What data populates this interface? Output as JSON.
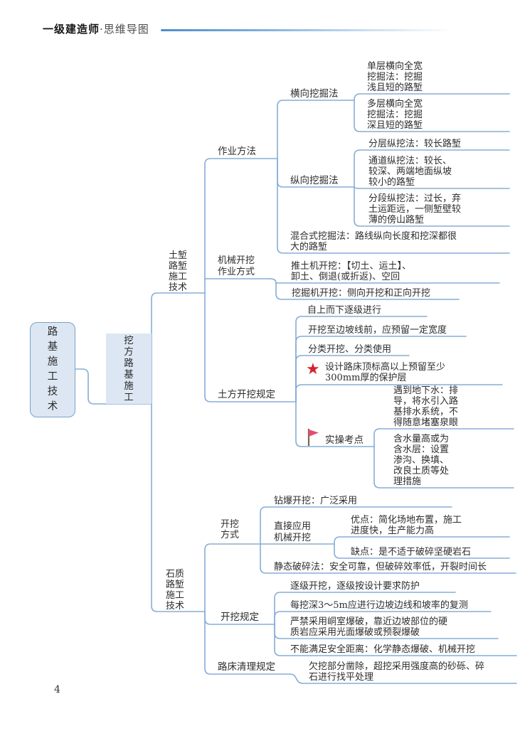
{
  "header": {
    "title_bold": "一级建造师",
    "title_rest": "·思维导图"
  },
  "page_number": "4",
  "colors": {
    "line": "#86add6",
    "node_fill": "#dce7f3",
    "node_border": "#7aa1c9",
    "star": "#d22430",
    "flag": "#e84a6f"
  },
  "icons": {
    "star": "★"
  },
  "mindmap": {
    "root": "路基施工技术",
    "excavation": "挖方路基施工",
    "soil": {
      "label": "土堑路堑施工技术",
      "methods": {
        "label": "作业方法",
        "transverse": {
          "label": "横向挖掘法",
          "single_layer": "单层横向全宽\n挖掘法：挖掘\n浅且短的路堑",
          "multi_layer": "多层横向全宽\n挖掘法：挖掘\n深且短的路堑"
        },
        "longitudinal": {
          "label": "纵向挖掘法",
          "layered": "分层纵挖法：较长路堑",
          "channel": "通道纵挖法：较长、\n较深、两端地面纵坡\n较小的路堑",
          "segmented": "分段纵挖法：过长，弃\n土运距远，一侧堑壁较\n薄的傍山路堑"
        },
        "mixed": "混合式挖掘法：路线纵向长度和挖深都很\n大的路堑"
      },
      "machine_mode": {
        "label": "机械开挖作业方式",
        "bulldozer": "推土机开挖：【切土、运土】、\n卸土、倒退(或折返)、空回",
        "excavator": "挖掘机开挖：侧向开挖和正向开挖"
      },
      "earthwork_rules": {
        "label": "土方开挖规定",
        "top_down": "自上而下逐级进行",
        "reserve_width": "开挖至边坡线前，应预留一定宽度",
        "classified": "分类开挖、分类使用",
        "protective_layer": "设计路床顶标高以上预留至少\n300mm厚的保护层",
        "practical": {
          "label": "实操考点",
          "groundwater": "遇到地下水：排\n导，将水引入路\n基排水系统，不\n得随意堵塞泉眼",
          "high_water": "含水量高或为\n含水层：设置\n渗沟、换填、\n改良土质等处\n理措施"
        }
      }
    },
    "rock": {
      "label": "石质路堑施工技术",
      "excavation_modes": {
        "label": "开挖方式",
        "drill_blast": "钻爆开挖：广泛采用",
        "direct_machine": {
          "label": "直接应用机械开挖",
          "pros": "优点：简化场地布置，施工\n进度快，生产能力高",
          "cons": "缺点：是不适于破碎坚硬岩石"
        },
        "static_crushing": "静态破碎法：安全可靠，但破碎效率低，开裂时间长"
      },
      "excavation_rules": {
        "label": "开挖规定",
        "stepwise": "逐级开挖，逐级按设计要求防护",
        "retest": "每挖深3～5m应进行边坡边线和坡率的复测",
        "blasting_ban": "严禁采用峒室爆破，靠近边坡部位的硬\n质岩应采用光面爆破或预裂爆破",
        "safe_distance": "不能满足安全距离：化学静态爆破、机械开挖",
        "cleanup_label": "路床清理规定",
        "leveling": "欠挖部分凿除，超挖采用强度高的砂砾、碎\n石进行找平处理"
      }
    }
  }
}
